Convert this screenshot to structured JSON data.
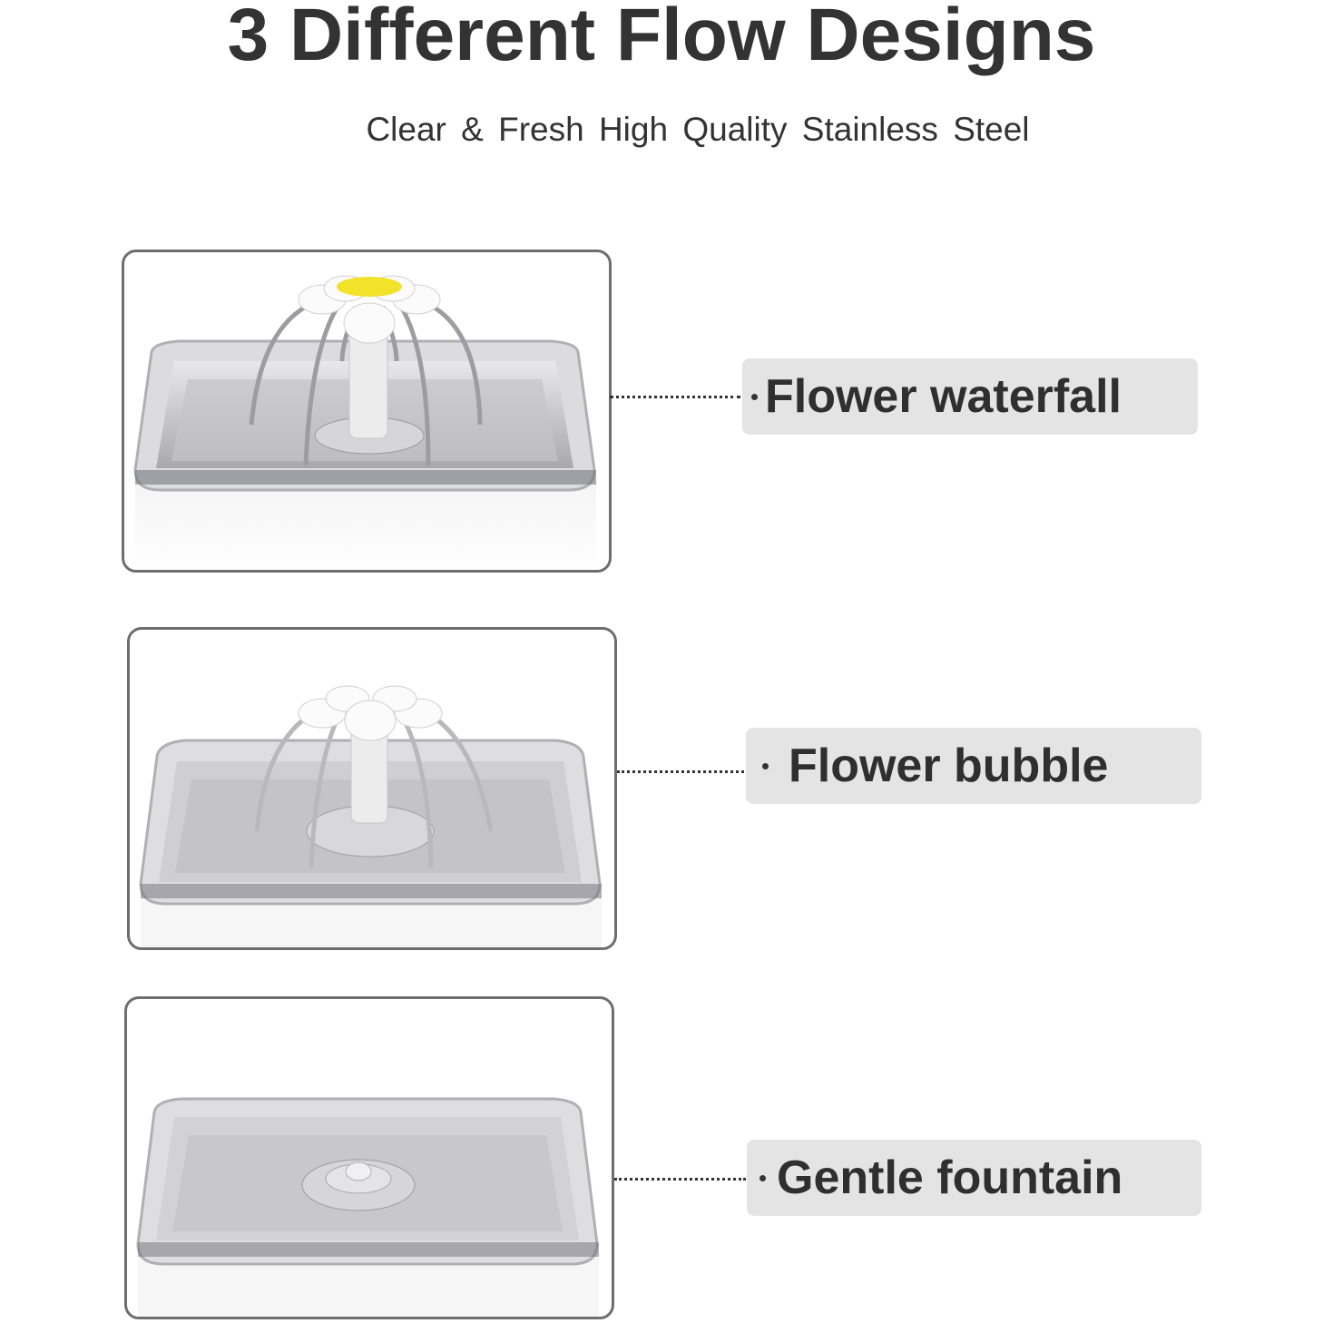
{
  "header": {
    "title": "3 Different Flow Designs",
    "subtitle": "Clear & Fresh High Quality Stainless Steel"
  },
  "designs": [
    {
      "label": "Flower waterfall",
      "image": "fountain-flower-waterfall",
      "accent": "#f2e22a"
    },
    {
      "label": "Flower bubble",
      "image": "fountain-flower-bubble"
    },
    {
      "label": "Gentle fountain",
      "image": "fountain-gentle"
    }
  ],
  "colors": {
    "text": "#333333",
    "label_bg": "#e4e4e4",
    "frame_border": "#6e6e6e",
    "steel": "#c9c9cc",
    "flower_center": "#f2e22a"
  }
}
